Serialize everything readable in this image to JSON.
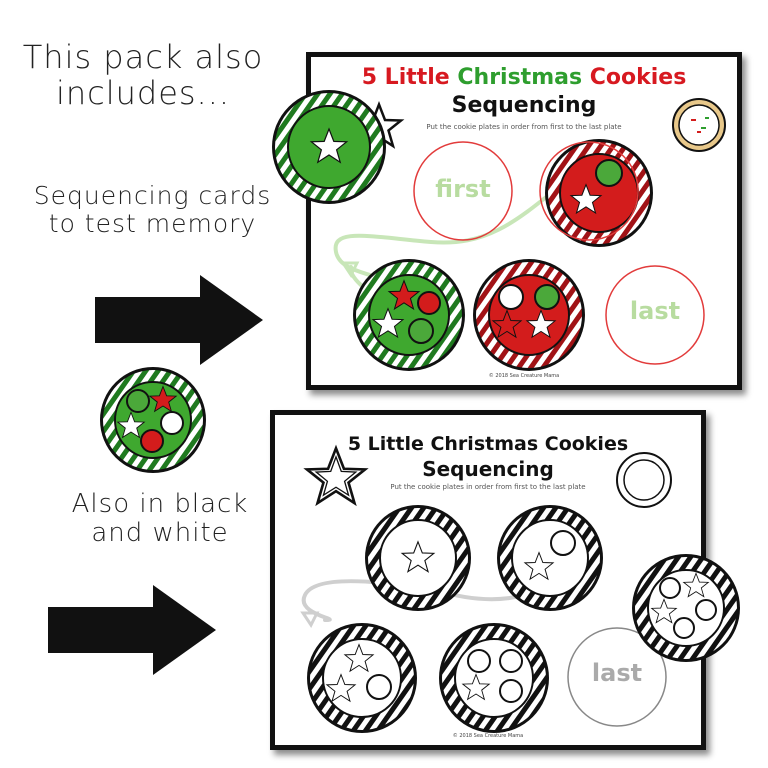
{
  "left_text": {
    "heading_line1": "This pack also",
    "heading_line2": "includes...",
    "seq_line1": "Sequencing cards",
    "seq_line2": "to test memory",
    "bw_line1": "Also in black",
    "bw_line2": "and white"
  },
  "color_card": {
    "title_parts": [
      {
        "text": "5 Little ",
        "color": "#d71920"
      },
      {
        "text": "Christmas ",
        "color": "#2e9e2e"
      },
      {
        "text": "Cookies",
        "color": "#d71920"
      }
    ],
    "title_line2": "Sequencing",
    "subtitle": "Put the cookie plates in order from first to the last plate",
    "first_label": "first",
    "last_label": "last",
    "copyright": "© 2018 Sea Creature Mama"
  },
  "bw_card": {
    "title_line1": "5 Little Christmas Cookies",
    "title_line2": "Sequencing",
    "subtitle": "Put the cookie plates in order from first to the last plate",
    "last_label": "last",
    "copyright": "© 2018 Sea Creature Mama"
  },
  "colors": {
    "accent_red": "#d71920",
    "accent_green": "#2e9e2e",
    "slot_text": "#b8dca0",
    "outline": "#111111"
  }
}
